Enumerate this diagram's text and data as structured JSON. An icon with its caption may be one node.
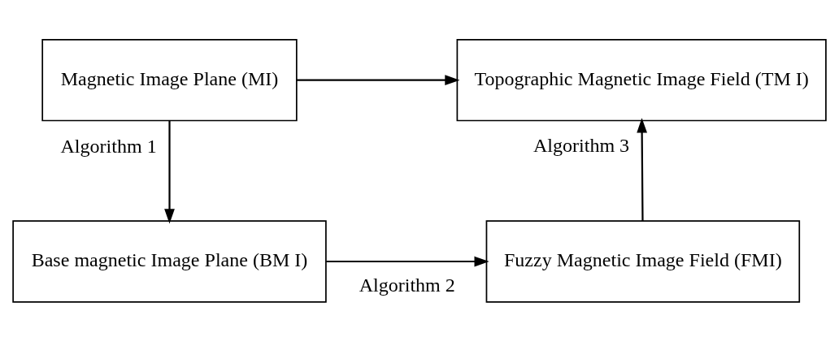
{
  "diagram": {
    "nodes": [
      {
        "text": [
          "Magnetic Image Plane (MI)"
        ]
      },
      {
        "text": [
          "Topographic Magnetic Image Field (TM I)"
        ]
      },
      {
        "text": [
          "Base magnetic Image Plane (BM I)"
        ]
      },
      {
        "text": [
          "Fuzzy Magnetic Image Field (FMI)"
        ]
      }
    ],
    "edges": [
      {
        "from": 0,
        "to": 1,
        "arrow": "to"
      },
      {
        "from": 0,
        "to": 2,
        "arrow": "to",
        "label": "Algorithm 1"
      },
      {
        "from": 2,
        "to": 3,
        "arrow": "to",
        "label": "Algorithm 2"
      },
      {
        "from": 3,
        "to": 1,
        "arrow": "to",
        "label": "Algorithm 3"
      }
    ]
  }
}
